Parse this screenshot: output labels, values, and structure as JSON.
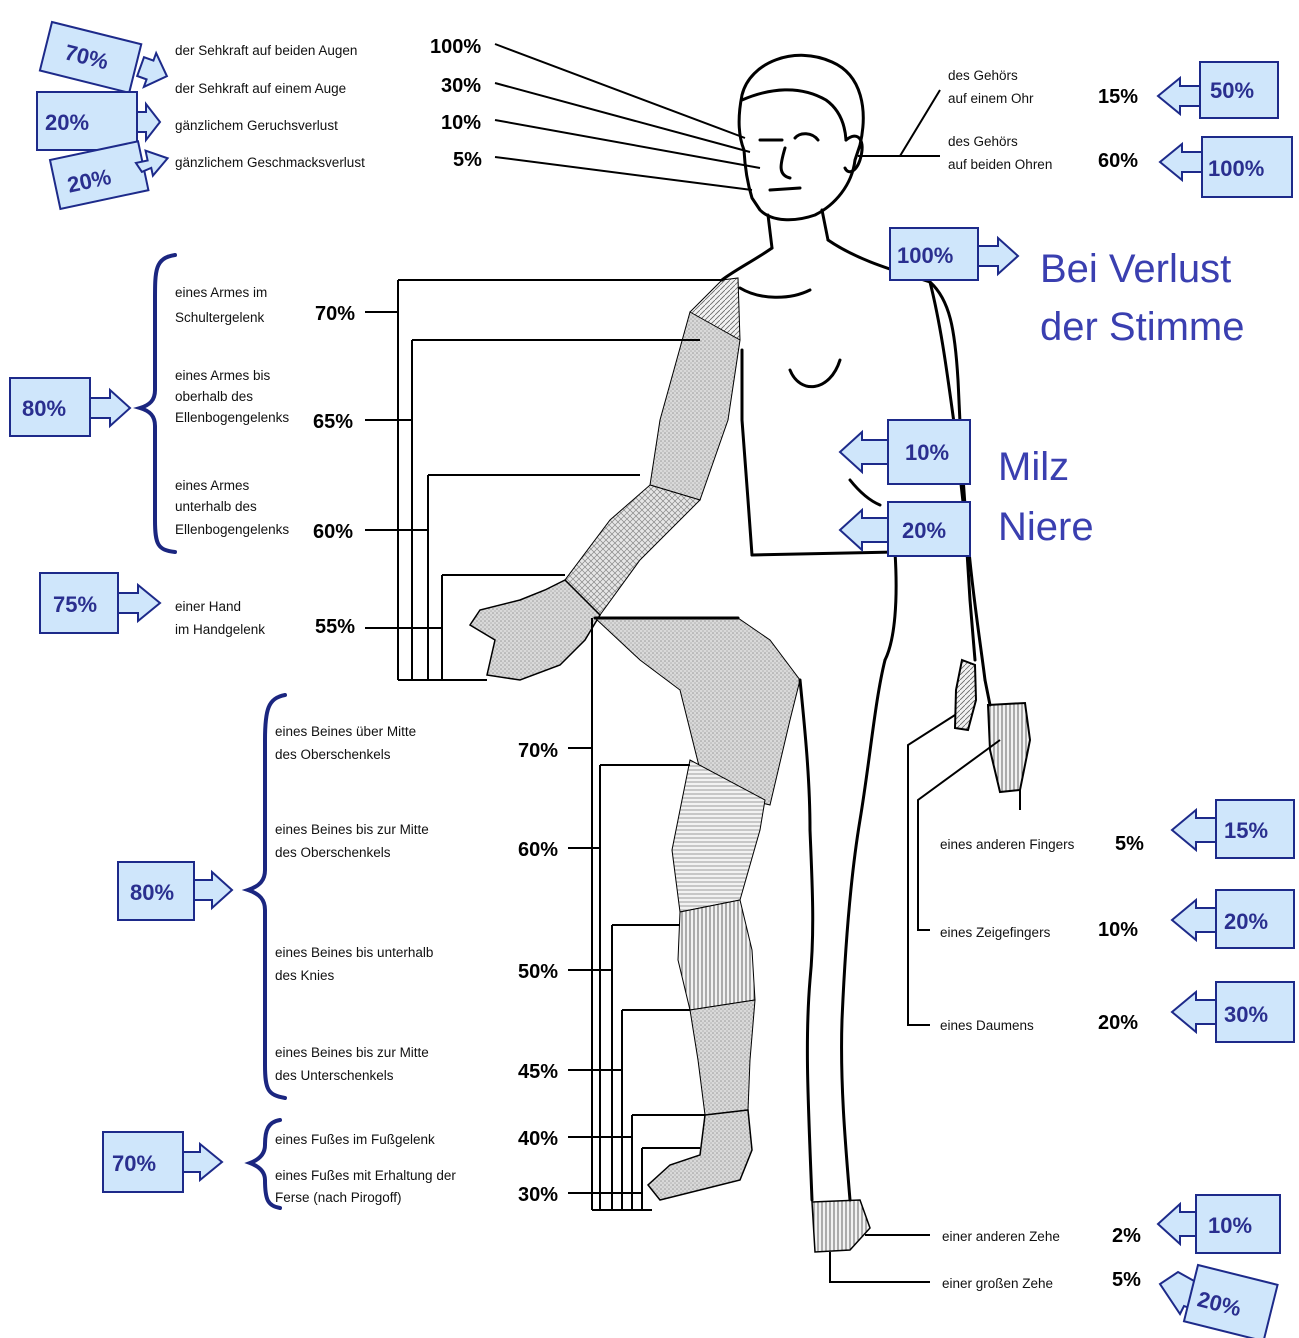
{
  "head": {
    "items": [
      {
        "label": "der Sehkraft auf beiden Augen",
        "pct": "100%",
        "badge": "70%"
      },
      {
        "label": "der Sehkraft auf einem Auge",
        "pct": "30%",
        "badge": ""
      },
      {
        "label": "gänzlichem Geruchsverlust",
        "pct": "10%",
        "badge": "20%"
      },
      {
        "label": "gänzlichem Geschmacksverlust",
        "pct": "5%",
        "badge": "20%"
      }
    ]
  },
  "hearing": {
    "items": [
      {
        "line1": "des Gehörs",
        "line2": "auf einem Ohr",
        "pct": "15%",
        "badge": "50%"
      },
      {
        "line1": "des Gehörs",
        "line2": "auf beiden Ohren",
        "pct": "60%",
        "badge": "100%"
      }
    ]
  },
  "voice": {
    "badge": "100%",
    "line1": "Bei Verlust",
    "line2": "der Stimme"
  },
  "organs": {
    "milz": {
      "badge": "10%",
      "label": "Milz"
    },
    "niere": {
      "badge": "20%",
      "label": "Niere"
    }
  },
  "arm": {
    "group_badge": "80%",
    "items": [
      {
        "lines": [
          "eines Armes im",
          "Schultergelenk"
        ],
        "pct": "70%"
      },
      {
        "lines": [
          "eines Armes bis",
          "oberhalb des",
          "Ellenbogengelenks"
        ],
        "pct": "65%"
      },
      {
        "lines": [
          "eines Armes",
          "unterhalb des",
          "Ellenbogengelenks"
        ],
        "pct": "60%"
      }
    ],
    "hand": {
      "lines": [
        "einer Hand",
        "im Handgelenk"
      ],
      "pct": "55%",
      "badge": "75%"
    }
  },
  "leg": {
    "group_badge": "80%",
    "items": [
      {
        "lines": [
          "eines Beines über Mitte",
          "des Oberschenkels"
        ],
        "pct": "70%"
      },
      {
        "lines": [
          "eines Beines bis zur Mitte",
          "des Oberschenkels"
        ],
        "pct": "60%"
      },
      {
        "lines": [
          "eines Beines bis unterhalb",
          "des Knies"
        ],
        "pct": "50%"
      },
      {
        "lines": [
          "eines Beines bis zur Mitte",
          "des Unterschenkels"
        ],
        "pct": "45%"
      }
    ],
    "foot": {
      "badge": "70%",
      "items": [
        {
          "lines": [
            "eines Fußes im Fußgelenk"
          ],
          "pct": "40%"
        },
        {
          "lines": [
            "eines Fußes mit Erhaltung der",
            "Ferse (nach Pirogoff)"
          ],
          "pct": "30%"
        }
      ]
    }
  },
  "fingers": {
    "items": [
      {
        "label": "eines anderen Fingers",
        "pct": "5%",
        "badge": "15%"
      },
      {
        "label": "eines Zeigefingers",
        "pct": "10%",
        "badge": "20%"
      },
      {
        "label": "eines Daumens",
        "pct": "20%",
        "badge": "30%"
      }
    ]
  },
  "toes": {
    "items": [
      {
        "label": "einer anderen Zehe",
        "pct": "2%",
        "badge": "10%"
      },
      {
        "label": "einer großen Zehe",
        "pct": "5%",
        "badge": "20%"
      }
    ]
  }
}
